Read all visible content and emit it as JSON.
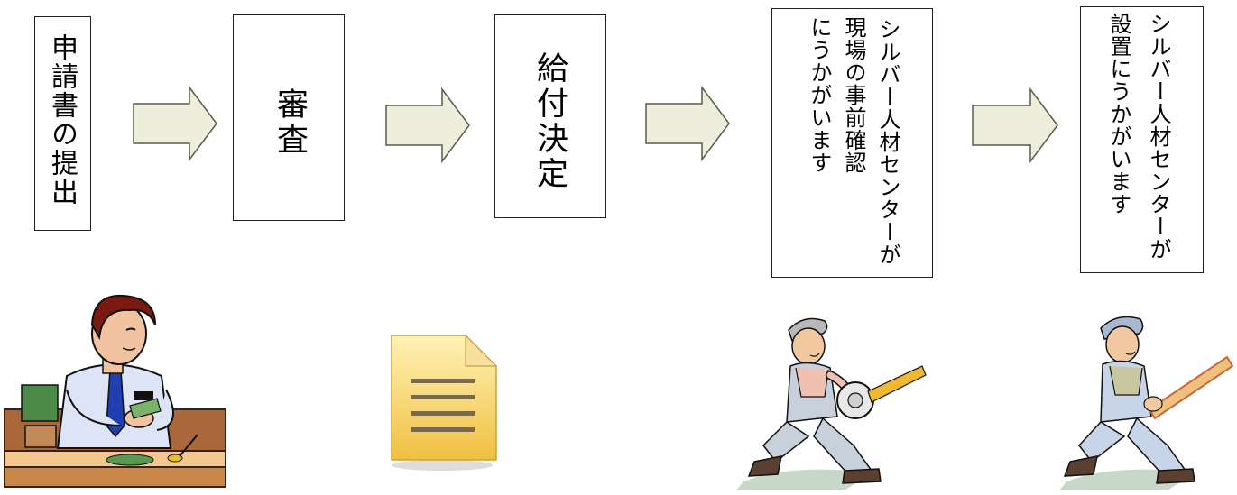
{
  "steps": [
    {
      "label": "申請書の提出"
    },
    {
      "label": "審査"
    },
    {
      "label": "給付決定"
    },
    {
      "lines": [
        "シルバー人材センターが",
        "現場の事前確認",
        "にうかがいます"
      ]
    },
    {
      "lines": [
        "シルバー人材センターが",
        "設置にうかがいます"
      ]
    }
  ],
  "colors": {
    "arrow_fill": "#eeeedd",
    "arrow_stroke": "#5a5a4a",
    "box_border": "#222222"
  },
  "illustrations": [
    "clerk-counting-money",
    "document-icon",
    "worker-with-tape-measure",
    "worker-with-board"
  ]
}
